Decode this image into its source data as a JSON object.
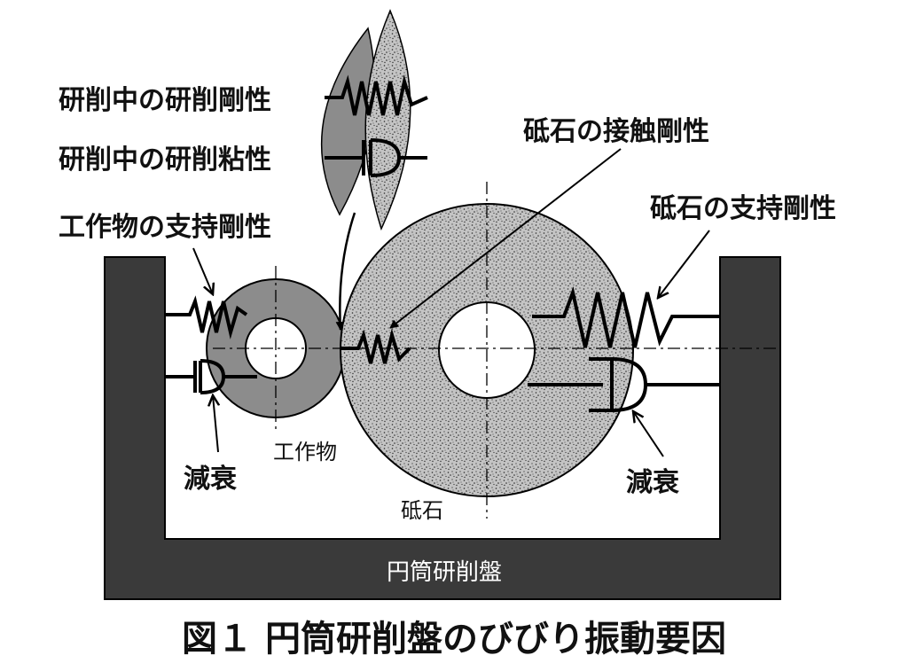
{
  "labels": {
    "grinding_stiffness": "研削中の研削剛性",
    "grinding_viscosity": "研削中の研削粘性",
    "workpiece_support_stiffness": "工作物の支持剛性",
    "wheel_contact_stiffness": "砥石の接触剛性",
    "wheel_support_stiffness": "砥石の支持剛性",
    "damping_left": "減衰",
    "damping_right": "減衰",
    "workpiece": "工作物",
    "wheel": "砥石",
    "machine": "円筒研削盤"
  },
  "caption": "図１ 円筒研削盤のびびり振動要因",
  "colors": {
    "frame": "#3a3a3a",
    "workpiece": "#8c8c8c",
    "wheel": "#c4c4c4",
    "stipple": "#2a2a2a",
    "line": "#000000",
    "background": "#ffffff"
  }
}
